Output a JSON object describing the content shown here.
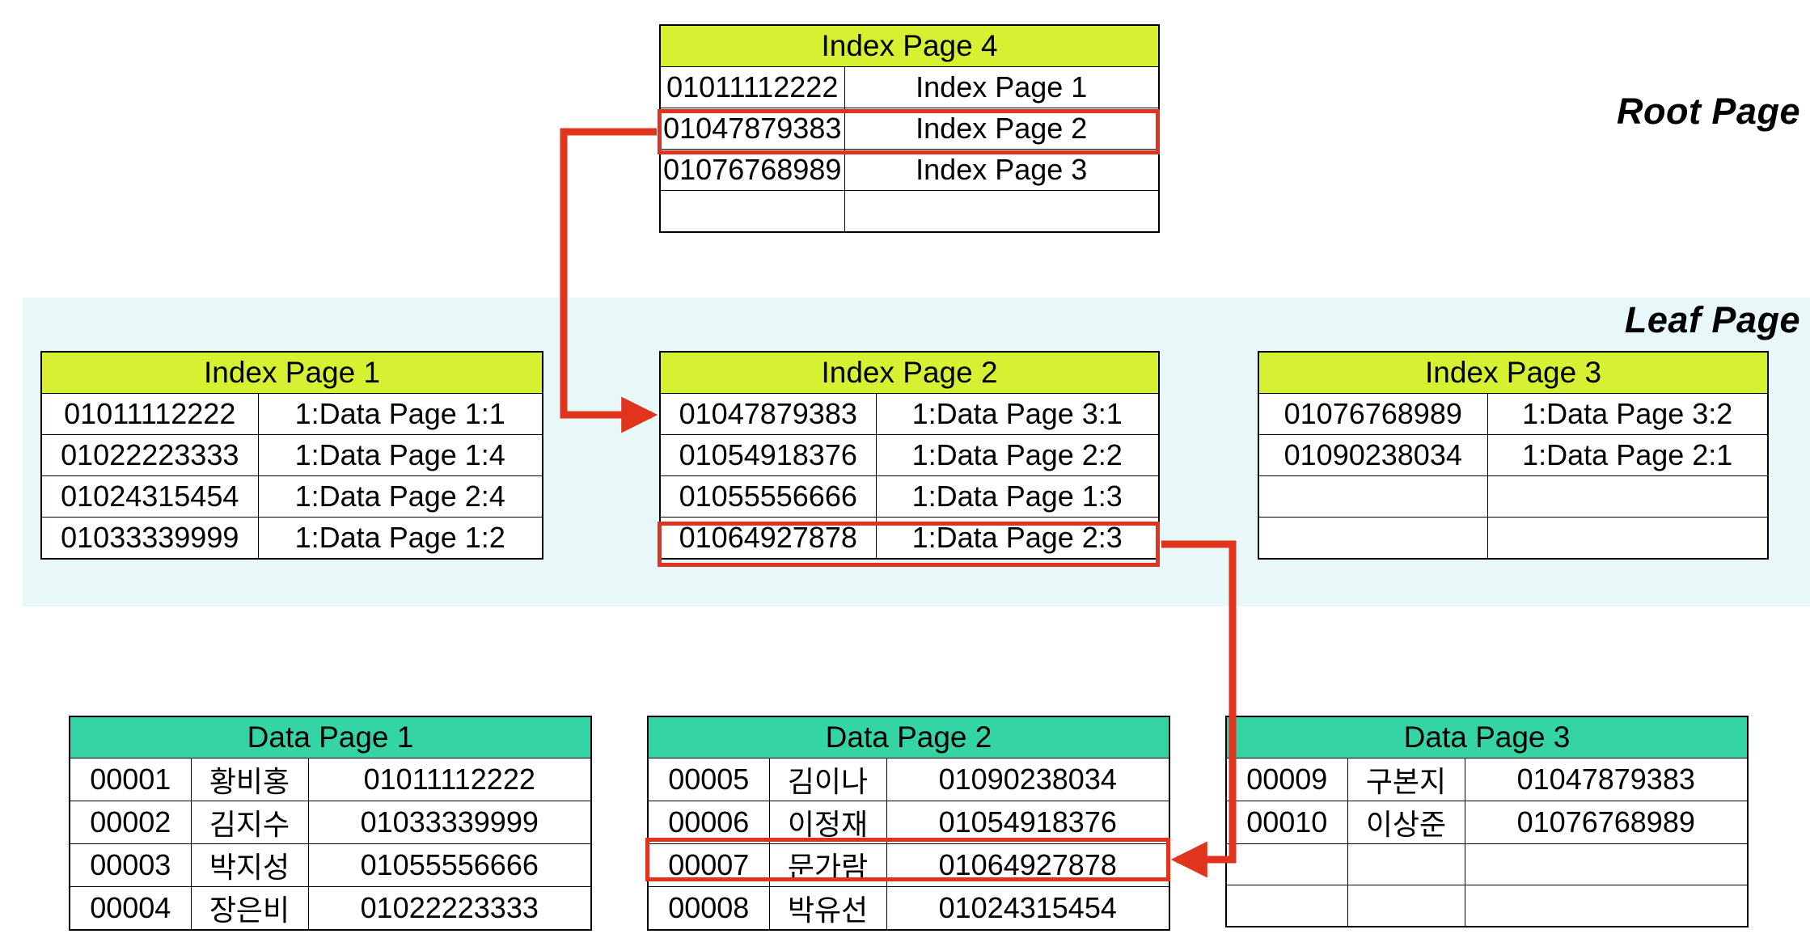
{
  "labels": {
    "root": "Root Page",
    "leaf": "Leaf Page"
  },
  "colors": {
    "index_header": "#d6f032",
    "data_header": "#35d4a4",
    "leaf_band": "#e8f8f8",
    "highlight": "#e0341f",
    "border": "#000000"
  },
  "root_page": {
    "title": "Index Page 4",
    "rows": [
      {
        "key": "01011112222",
        "ptr": "Index Page 1",
        "highlighted": false
      },
      {
        "key": "01047879383",
        "ptr": "Index Page 2",
        "highlighted": true
      },
      {
        "key": "01076768989",
        "ptr": "Index Page 3",
        "highlighted": false
      },
      {
        "key": "",
        "ptr": "",
        "highlighted": false
      }
    ]
  },
  "leaf_pages": [
    {
      "title": "Index Page 1",
      "rows": [
        {
          "key": "01011112222",
          "ptr": "1:Data Page 1:1",
          "highlighted": false
        },
        {
          "key": "01022223333",
          "ptr": "1:Data Page 1:4",
          "highlighted": false
        },
        {
          "key": "01024315454",
          "ptr": "1:Data Page 2:4",
          "highlighted": false
        },
        {
          "key": "01033339999",
          "ptr": "1:Data Page 1:2",
          "highlighted": false
        }
      ]
    },
    {
      "title": "Index Page 2",
      "rows": [
        {
          "key": "01047879383",
          "ptr": "1:Data Page 3:1",
          "highlighted": false
        },
        {
          "key": "01054918376",
          "ptr": "1:Data Page 2:2",
          "highlighted": false
        },
        {
          "key": "01055556666",
          "ptr": "1:Data Page 1:3",
          "highlighted": false
        },
        {
          "key": "01064927878",
          "ptr": "1:Data Page 2:3",
          "highlighted": true
        }
      ]
    },
    {
      "title": "Index Page 3",
      "rows": [
        {
          "key": "01076768989",
          "ptr": "1:Data Page 3:2",
          "highlighted": false
        },
        {
          "key": "01090238034",
          "ptr": "1:Data Page 2:1",
          "highlighted": false
        },
        {
          "key": "",
          "ptr": "",
          "highlighted": false
        },
        {
          "key": "",
          "ptr": "",
          "highlighted": false
        }
      ]
    }
  ],
  "data_pages": [
    {
      "title": "Data Page 1",
      "rows": [
        {
          "id": "00001",
          "name": "황비홍",
          "phone": "01011112222",
          "highlighted": false
        },
        {
          "id": "00002",
          "name": "김지수",
          "phone": "01033339999",
          "highlighted": false
        },
        {
          "id": "00003",
          "name": "박지성",
          "phone": "01055556666",
          "highlighted": false
        },
        {
          "id": "00004",
          "name": "장은비",
          "phone": "01022223333",
          "highlighted": false
        }
      ]
    },
    {
      "title": "Data Page 2",
      "rows": [
        {
          "id": "00005",
          "name": "김이나",
          "phone": "01090238034",
          "highlighted": false
        },
        {
          "id": "00006",
          "name": "이정재",
          "phone": "01054918376",
          "highlighted": false
        },
        {
          "id": "00007",
          "name": "문가람",
          "phone": "01064927878",
          "highlighted": true
        },
        {
          "id": "00008",
          "name": "박유선",
          "phone": "01024315454",
          "highlighted": false
        }
      ]
    },
    {
      "title": "Data Page 3",
      "rows": [
        {
          "id": "00009",
          "name": "구본지",
          "phone": "01047879383",
          "highlighted": false
        },
        {
          "id": "00010",
          "name": "이상준",
          "phone": "01076768989",
          "highlighted": false
        },
        {
          "id": "",
          "name": "",
          "phone": "",
          "highlighted": false
        },
        {
          "id": "",
          "name": "",
          "phone": "",
          "highlighted": false
        }
      ]
    }
  ],
  "arrows": [
    {
      "name": "root-to-index-page-2",
      "from": "root-page row 01047879383",
      "to": "Index Page 2 row 01047879383"
    },
    {
      "name": "index-page-2-to-data-page-2",
      "from": "Index Page 2 row 01064927878",
      "to": "Data Page 2 row 00007"
    }
  ]
}
